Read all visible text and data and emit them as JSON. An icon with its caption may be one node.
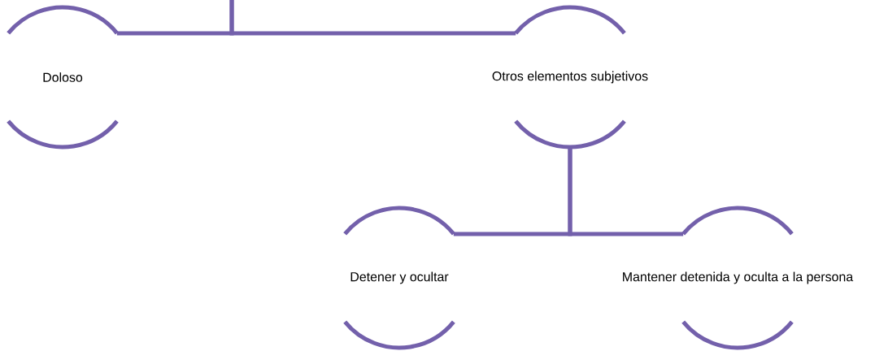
{
  "diagram": {
    "nodes": [
      {
        "text": [
          "Doloso"
        ]
      },
      {
        "text": [
          "Otros elementos subjetivos"
        ]
      },
      {
        "text": [
          "Detener y ocultar"
        ]
      },
      {
        "text": [
          "Mantener detenida y oculta a la persona"
        ]
      }
    ],
    "edges": [
      {
        "from": null,
        "to": 0,
        "arrow": "none"
      },
      {
        "from": null,
        "to": 1,
        "arrow": "none"
      },
      {
        "from": 1,
        "to": 2,
        "arrow": "none"
      },
      {
        "from": 1,
        "to": 3,
        "arrow": "none"
      }
    ]
  }
}
